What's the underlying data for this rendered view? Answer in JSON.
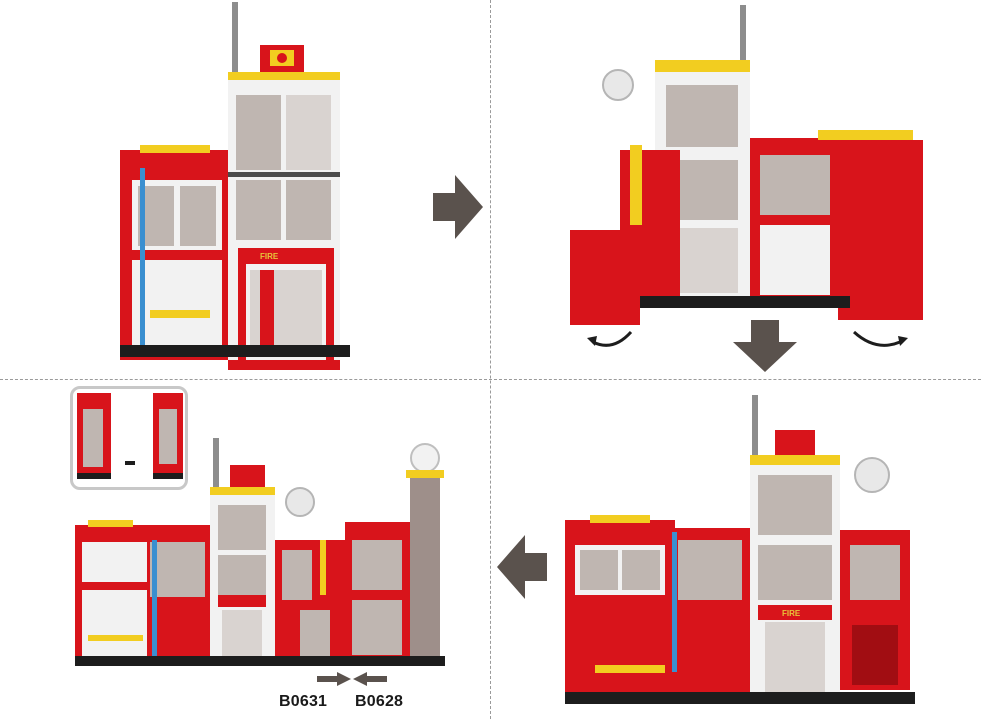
{
  "building_sign": "FIRE",
  "arrow_steps": [
    "right",
    "down",
    "left"
  ],
  "rotate_arrows": [
    "rotate-left",
    "rotate-right"
  ],
  "inset": {
    "left_arrow_label": "B0631",
    "right_arrow_label": "B0628"
  },
  "colors": {
    "brick_red": "#d8141b",
    "dark_red": "#a10d12",
    "window_gray": "#bfb6b1",
    "frame_white": "#f2f2f2",
    "yellow": "#f2cd20",
    "blue_pole": "#3a8fd0",
    "black_base": "#1d1d1d",
    "arrow_gray": "#5a524d"
  }
}
